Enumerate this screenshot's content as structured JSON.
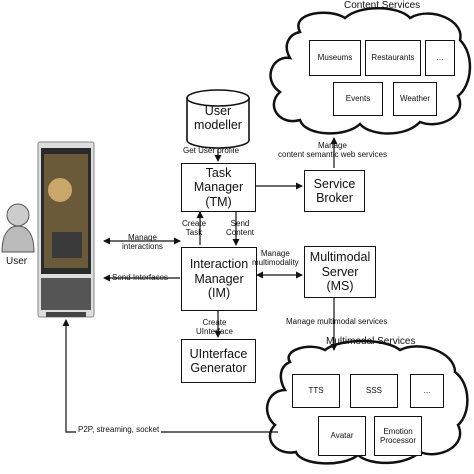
{
  "user": {
    "label": "User"
  },
  "components": {
    "user_modeller": "User\nmodeller",
    "task_manager": "Task\nManager\n(TM)",
    "service_broker": "Service\nBroker",
    "interaction_manager": "Interaction\nManager\n(IM)",
    "multimodal_server": "Multimodal\nServer\n(MS)",
    "uinterface_generator": "UInterface\nGenerator"
  },
  "content_services": {
    "title": "Content Services",
    "items": [
      "Museums",
      "Restaurants",
      "...",
      "Events",
      "Weather"
    ]
  },
  "multimodal_services": {
    "title": "Multimodal Services",
    "items": [
      "TTS",
      "SSS",
      "...",
      "Avatar",
      "Emotion\nProcessor"
    ]
  },
  "arrows": {
    "get_user_profile": "Get User profile",
    "manage_content": "Manage\ncontent semantic web services",
    "create_task": "Create\nTask",
    "send_content": "Send\nContent",
    "manage_interactions": "Manage\ninteractions",
    "send_interfaces": "Send Interfaces",
    "manage_multimodality": "Manage\nmultimodality",
    "create_uinterface": "Create\nUInterface",
    "manage_multimodal_services": "Manage multimodal services",
    "p2p": "P2P, streaming, socket"
  }
}
